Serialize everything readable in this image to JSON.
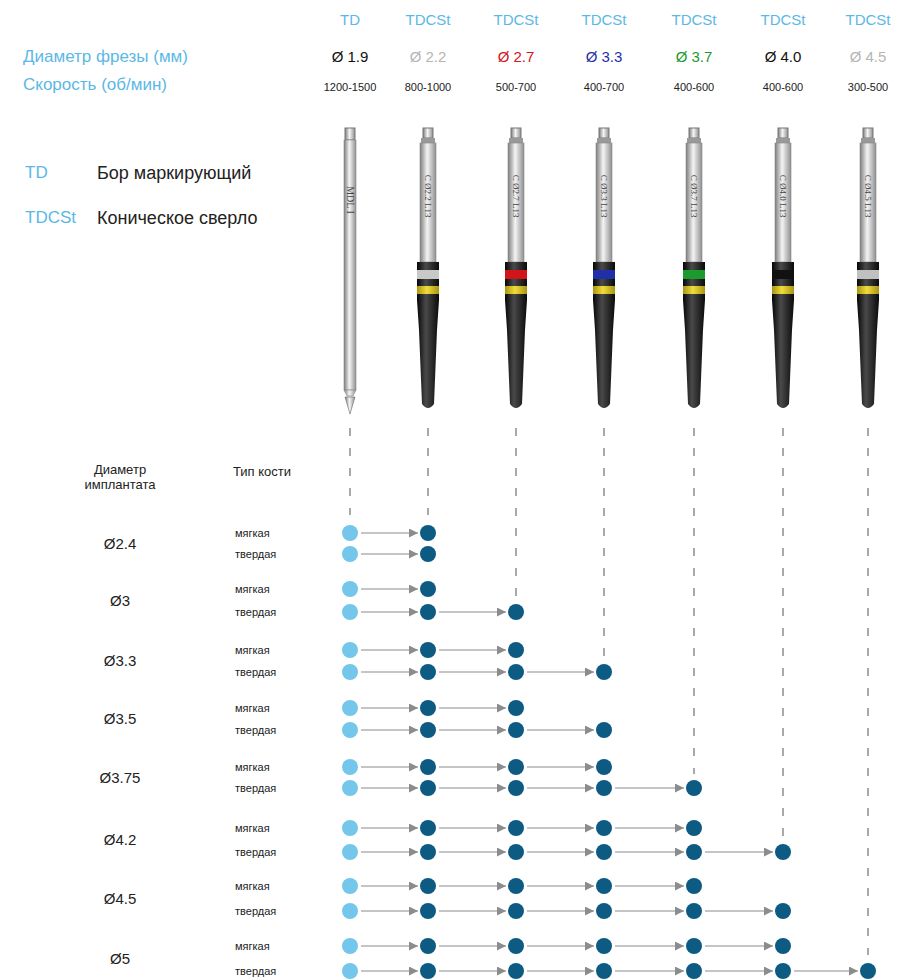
{
  "diagram": {
    "labels": [
      "Диаметр фрезы (мм)",
      "Скорость (об/мин)",
      "TD",
      "TDCSt",
      "TDCSt",
      "TDCSt",
      "TDCSt",
      "TDCSt",
      "TDCSt",
      "Ø 1.9",
      "Ø 2.2",
      "Ø 2.7",
      "Ø 3.3",
      "Ø 3.7",
      "Ø 4.0",
      "Ø 4.5",
      "1200-1500",
      "800-1000",
      "500-700",
      "400-700",
      "400-600",
      "400-600",
      "300-500",
      "TD",
      "Бор маркирующий",
      "TDCSt",
      "Коническое сверло",
      "MDL I",
      "C Ø2.2 L13",
      "C Ø2.7 L13",
      "C Ø3.3 L13",
      "C Ø3.7 L13",
      "C Ø4.0 L13",
      "C Ø4.5 L13",
      "Диаметр имплантата",
      "Тип кости",
      "Ø2.4",
      "мягкая",
      "твердая",
      "Ø3",
      "мягкая",
      "твердая",
      "Ø3.3",
      "мягкая",
      "твердая",
      "Ø3.5",
      "мягкая",
      "твердая",
      "Ø3.75",
      "мягкая",
      "твердая",
      "Ø4.2",
      "мягкая",
      "твердая",
      "Ø4.5",
      "мягкая",
      "твердая",
      "Ø5",
      "мягкая",
      "твердая"
    ]
  }
}
